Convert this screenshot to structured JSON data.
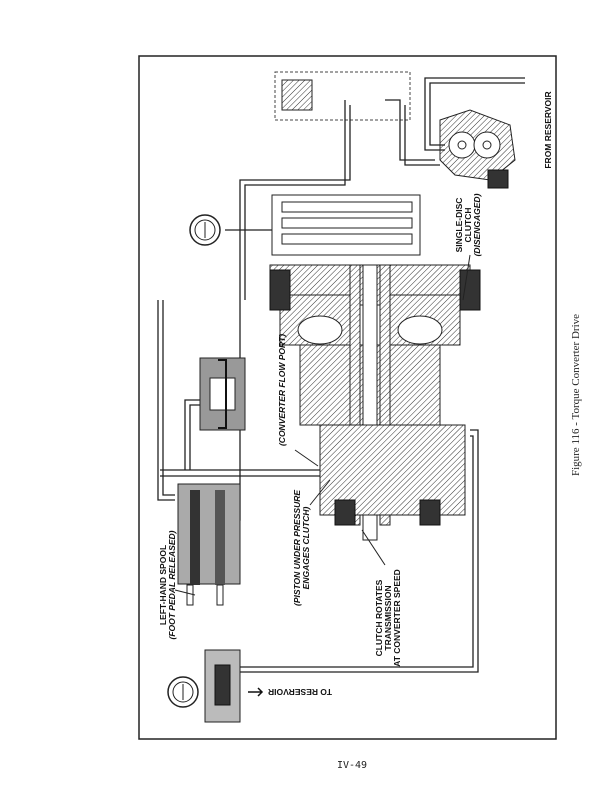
{
  "figure": {
    "caption": "Figure 116 - Torque Converter Drive",
    "labels": {
      "from_reservoir": "FROM RESERVOIR",
      "single_disc_clutch": [
        "SINGLE-DISC",
        "CLUTCH",
        "(DISENGAGED)"
      ],
      "converter_flow_port": "(CONVERTER FLOW PORT)",
      "piston": [
        "(PISTON UNDER PRESSURE",
        "ENGAGES CLUTCH)"
      ],
      "clutch_rotates": [
        "CLUTCH ROTATES",
        "TRANSMISSION",
        "AT CONVERTER SPEED"
      ],
      "left_hand_spool": [
        "LEFT-HAND SPOOL",
        "(FOOT PEDAL RELEASED)"
      ],
      "to_reservoir": "TO RESERVOIR"
    }
  },
  "page_number": "IV-49"
}
